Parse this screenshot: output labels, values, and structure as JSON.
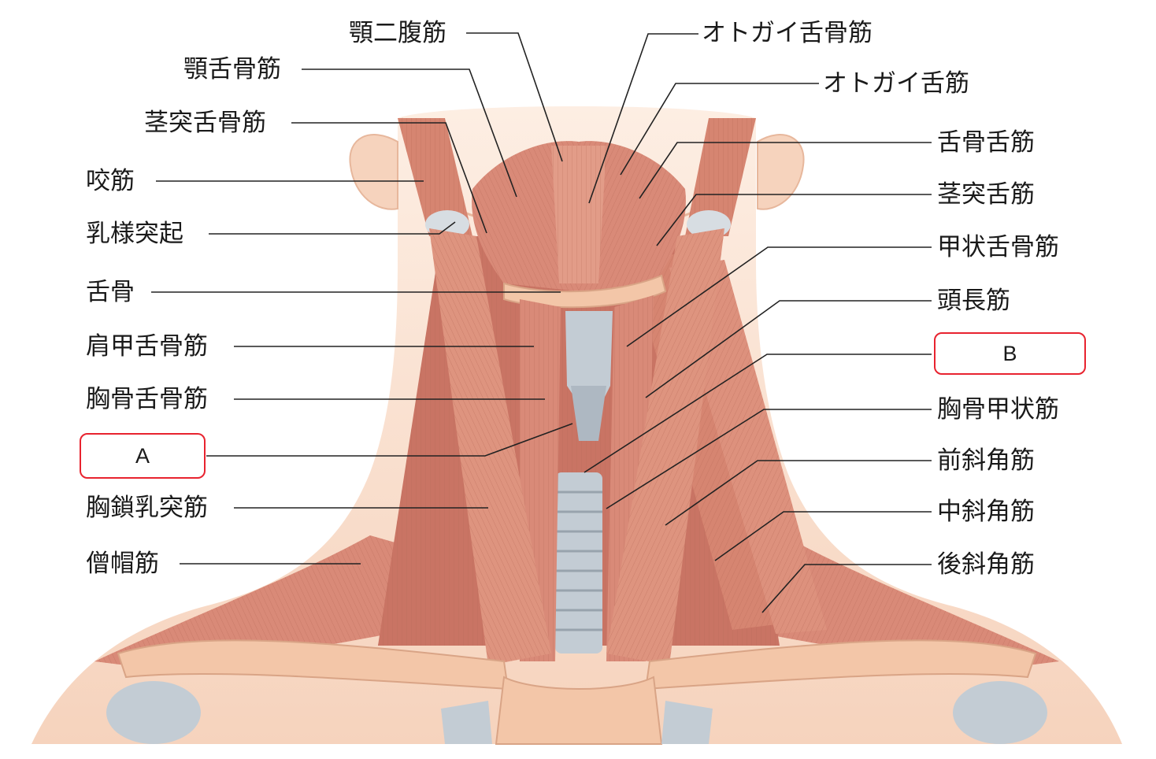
{
  "labels_left": [
    {
      "id": "digastric",
      "text": "顎二腹筋"
    },
    {
      "id": "mylohyoid",
      "text": "顎舌骨筋"
    },
    {
      "id": "stylohyoid",
      "text": "茎突舌骨筋"
    },
    {
      "id": "masseter",
      "text": "咬筋"
    },
    {
      "id": "mastoid",
      "text": "乳様突起"
    },
    {
      "id": "hyoid",
      "text": "舌骨"
    },
    {
      "id": "omohyoid",
      "text": "肩甲舌骨筋"
    },
    {
      "id": "sternohyoid",
      "text": "胸骨舌骨筋"
    },
    {
      "id": "scm",
      "text": "胸鎖乳突筋"
    },
    {
      "id": "trapezius",
      "text": "僧帽筋"
    }
  ],
  "labels_right": [
    {
      "id": "geniohyoid",
      "text": "オトガイ舌骨筋"
    },
    {
      "id": "genioglossus",
      "text": "オトガイ舌筋"
    },
    {
      "id": "hyoglossus",
      "text": "舌骨舌筋"
    },
    {
      "id": "styloglossus",
      "text": "茎突舌筋"
    },
    {
      "id": "thyrohyoid",
      "text": "甲状舌骨筋"
    },
    {
      "id": "longus-capitis",
      "text": "頭長筋"
    },
    {
      "id": "sternothyroid",
      "text": "胸骨甲状筋"
    },
    {
      "id": "scalenus-anterior",
      "text": "前斜角筋"
    },
    {
      "id": "scalenus-medius",
      "text": "中斜角筋"
    },
    {
      "id": "scalenus-posterior",
      "text": "後斜角筋"
    }
  ],
  "answer_boxes": [
    {
      "id": "A",
      "text": "A"
    },
    {
      "id": "B",
      "text": "B"
    }
  ],
  "colors": {
    "muscle": "#d98a78",
    "muscle_dark": "#b85c4c",
    "skin": "#f8dcc8",
    "bone": "#f3c6a8",
    "cartilage": "#b9c3cc",
    "box_border": "#e8232f",
    "leader_line": "#222222"
  }
}
